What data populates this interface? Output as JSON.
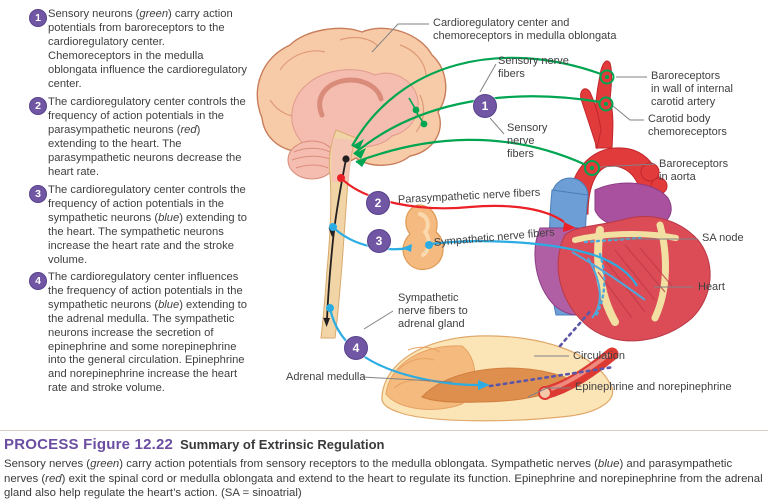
{
  "steps": [
    {
      "num": "1",
      "text": "Sensory neurons (green) carry action potentials from baroreceptors to the cardioregulatory center. Chemoreceptors in the medulla oblongata influence the cardioregulatory center."
    },
    {
      "num": "2",
      "text": "The cardioregulatory center controls the frequency of action potentials in the parasympathetic neurons (red) extending to the heart. The parasympathetic neurons decrease the heart rate."
    },
    {
      "num": "3",
      "text": "The cardioregulatory center controls the frequency of action potentials in the sympathetic neurons (blue) extending to the heart. The sympathetic neurons increase the heart rate and the stroke volume."
    },
    {
      "num": "4",
      "text": "The cardioregulatory center influences the frequency of action potentials in the sympathetic neurons (blue) extending to the adrenal medulla. The sympathetic neurons increase the secretion of epinephrine and some norepinephrine into the general circulation. Epinephrine and norepinephrine increase the heart rate and stroke volume."
    }
  ],
  "figure_labels": {
    "cardio_center": "Cardioregulatory center and\nchemoreceptors in medulla oblongata",
    "sensory_fibers_top": "Sensory nerve\nfibers",
    "badge1": "1",
    "sensory_fibers_mid": "Sensory\nnerve\nfibers",
    "baroreceptors_carotid": "Baroreceptors\nin wall of internal\ncarotid artery",
    "carotid_body": "Carotid body\nchemoreceptors",
    "baroreceptors_aorta": "Baroreceptors\nin aorta",
    "badge2": "2",
    "parasympathetic": "Parasympathetic nerve fibers",
    "badge3": "3",
    "sympathetic": "Sympathetic nerve fibers",
    "sa_node": "SA node",
    "heart": "Heart",
    "sympathetic_adrenal": "Sympathetic\nnerve fibers to\nadrenal gland",
    "badge4": "4",
    "adrenal_medulla": "Adrenal medulla",
    "circulation": "Circulation",
    "epinephrine": "Epinephrine and norepinephrine"
  },
  "caption": {
    "process_label": "PROCESS Figure 12.22",
    "title": "Summary of Extrinsic Regulation",
    "body": "Sensory nerves (green) carry action potentials from sensory receptors to the medulla oblongata. Sympathetic nerves (blue) and parasympathetic nerves (red) exit the spinal cord or medulla oblongata and extend to the heart to regulate its function. Epinephrine and norepinephrine from the adrenal gland also help regulate the heart’s action. (SA = sinoatrial)"
  },
  "colors": {
    "sensory_green": "#00A551",
    "parasympathetic_red": "#EC2027",
    "sympathetic_blue": "#2BACE2",
    "badge_purple": "#7156A4",
    "hormone_dotted_purple": "#5B57A6",
    "process_heading_purple": "#6B4EA1"
  }
}
